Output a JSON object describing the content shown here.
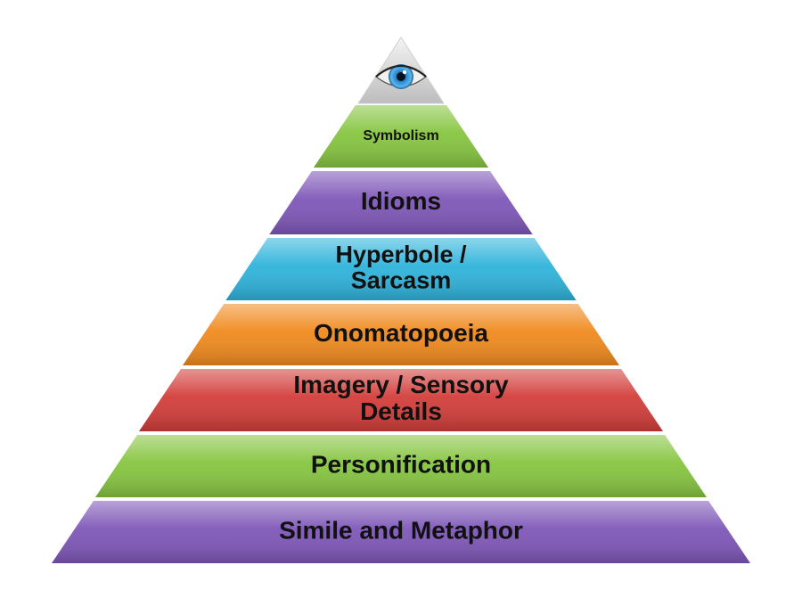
{
  "pyramid": {
    "levels": [
      {
        "label": "Symbolism",
        "color": "#86c540"
      },
      {
        "label": "Idioms",
        "color": "#7e57b8"
      },
      {
        "label": "Hyperbole / Sarcasm",
        "color": "#2fb3db"
      },
      {
        "label": "Onomatopoeia",
        "color": "#f08a1e"
      },
      {
        "label": "Imagery / Sensory Details",
        "color": "#d23d3a"
      },
      {
        "label": "Personification",
        "color": "#86c540"
      },
      {
        "label": "Simile and Metaphor",
        "color": "#7e57b8"
      }
    ],
    "apex_icon": "eye-icon",
    "iris_color": "#2a8fd6"
  }
}
